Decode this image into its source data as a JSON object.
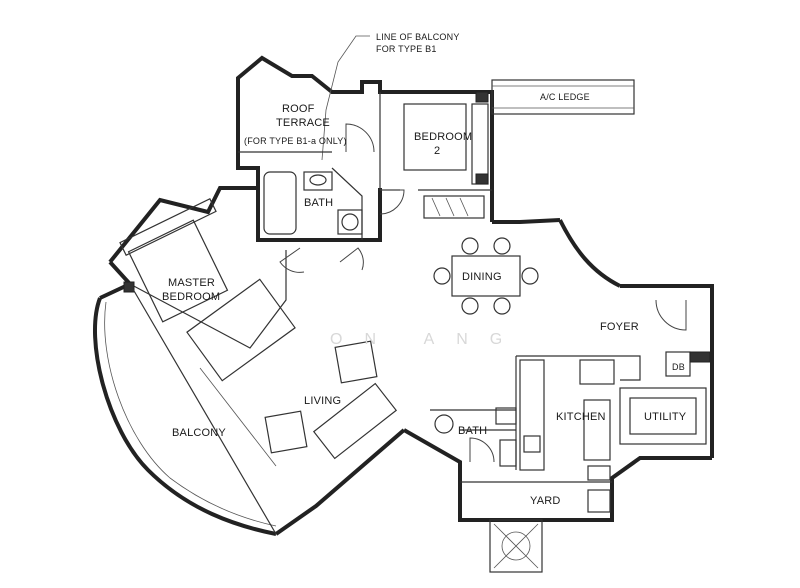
{
  "annotation": {
    "line1": "LINE OF BALCONY",
    "line2": "FOR TYPE B1"
  },
  "rooms": {
    "roof_terrace": [
      "ROOF",
      "TERRACE",
      "(FOR TYPE B1-a ONLY)"
    ],
    "bedroom2": [
      "BEDROOM",
      "2"
    ],
    "ac_ledge": "A/C LEDGE",
    "bath_top": "BATH",
    "dining": "DINING",
    "master_bedroom": [
      "MASTER",
      "BEDROOM"
    ],
    "foyer": "FOYER",
    "db": "DB",
    "living": "LIVING",
    "kitchen": "KITCHEN",
    "utility": "UTILITY",
    "bath_bottom": "BATH",
    "balcony": "BALCONY",
    "yard": "YARD"
  },
  "watermark": "ON ANG"
}
